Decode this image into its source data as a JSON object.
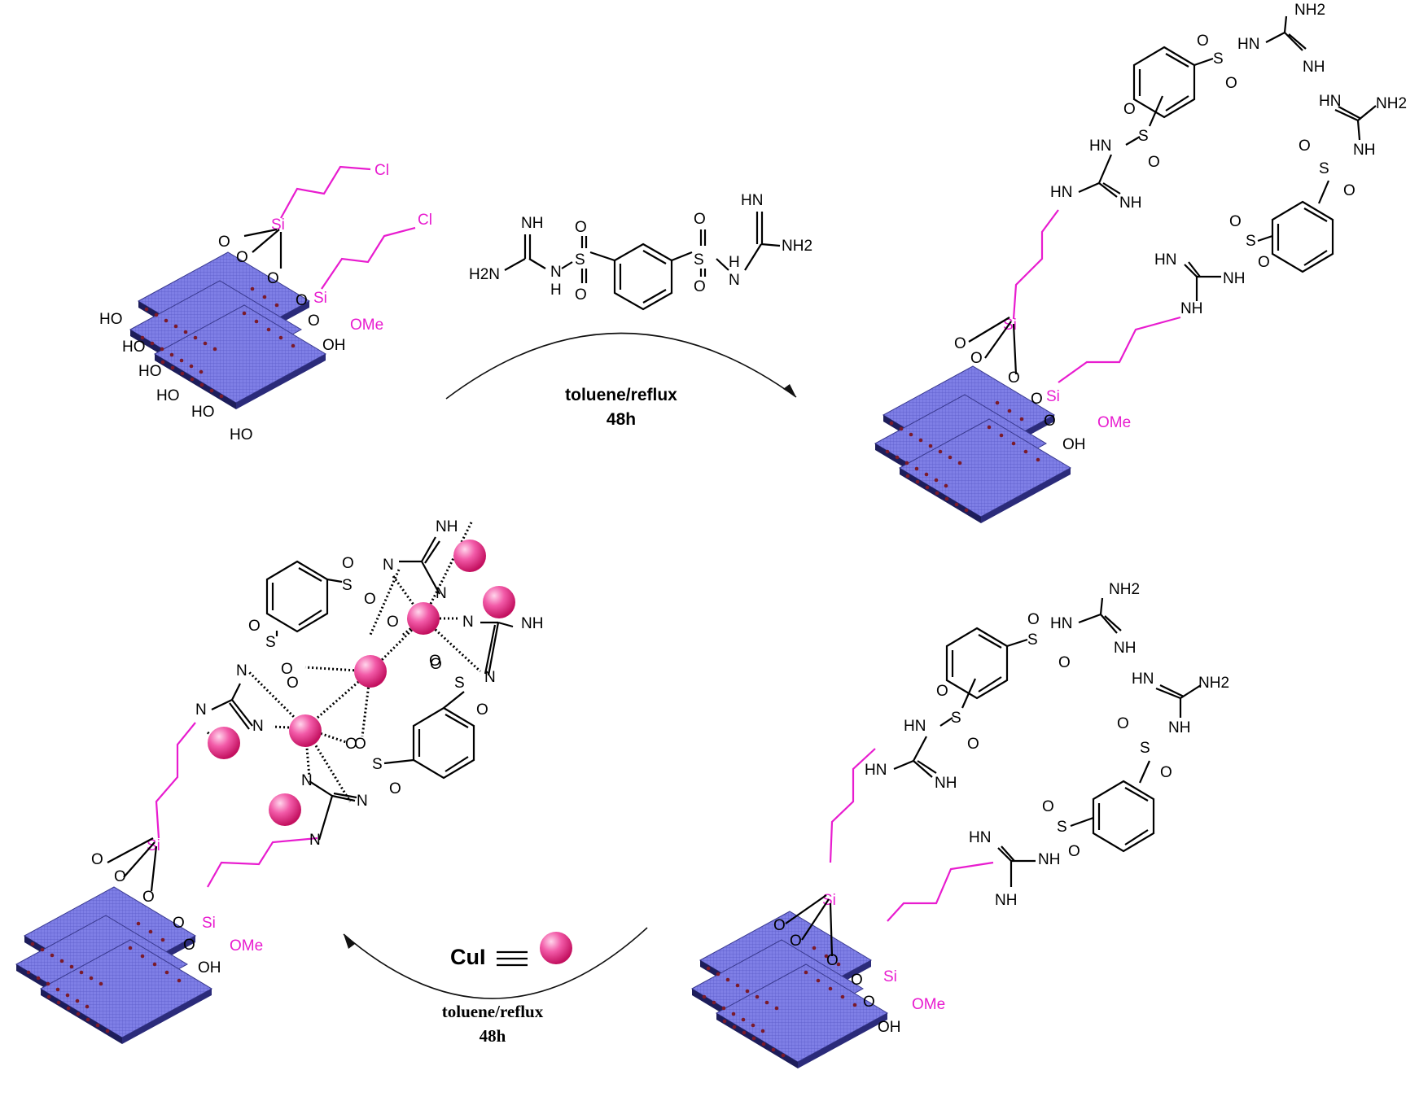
{
  "colors": {
    "linker": "#e81ccf",
    "sheet": "#7b7be8",
    "sheet_dark": "#1d1d5a",
    "dots": "#7a1a2a",
    "copper": "#e8157a"
  },
  "reagent": {
    "hn": "HN",
    "nh": "NH",
    "h2n": "H2N",
    "nh2": "NH2",
    "n": "N",
    "h": "H",
    "s": "S",
    "o": "O"
  },
  "step1": {
    "solvent": "toluene/reflux",
    "time": "48h"
  },
  "step2": {
    "reagent": "CuI",
    "solvent": "toluene/reflux",
    "time": "48h"
  },
  "start": {
    "cl": "Cl",
    "si": "Si",
    "ome": "OMe",
    "o": "O",
    "ho": "HO",
    "oh": "OH"
  },
  "product": {
    "hn": "HN",
    "nh": "NH",
    "nh2": "NH2",
    "hn_imine": "HN",
    "s": "S",
    "o": "O",
    "si": "Si",
    "ome": "OMe",
    "oh": "OH"
  },
  "complex": {
    "nh": "NH",
    "n": "N",
    "o": "O",
    "s": "S",
    "si": "Si",
    "ome": "OMe",
    "oh": "OH"
  }
}
